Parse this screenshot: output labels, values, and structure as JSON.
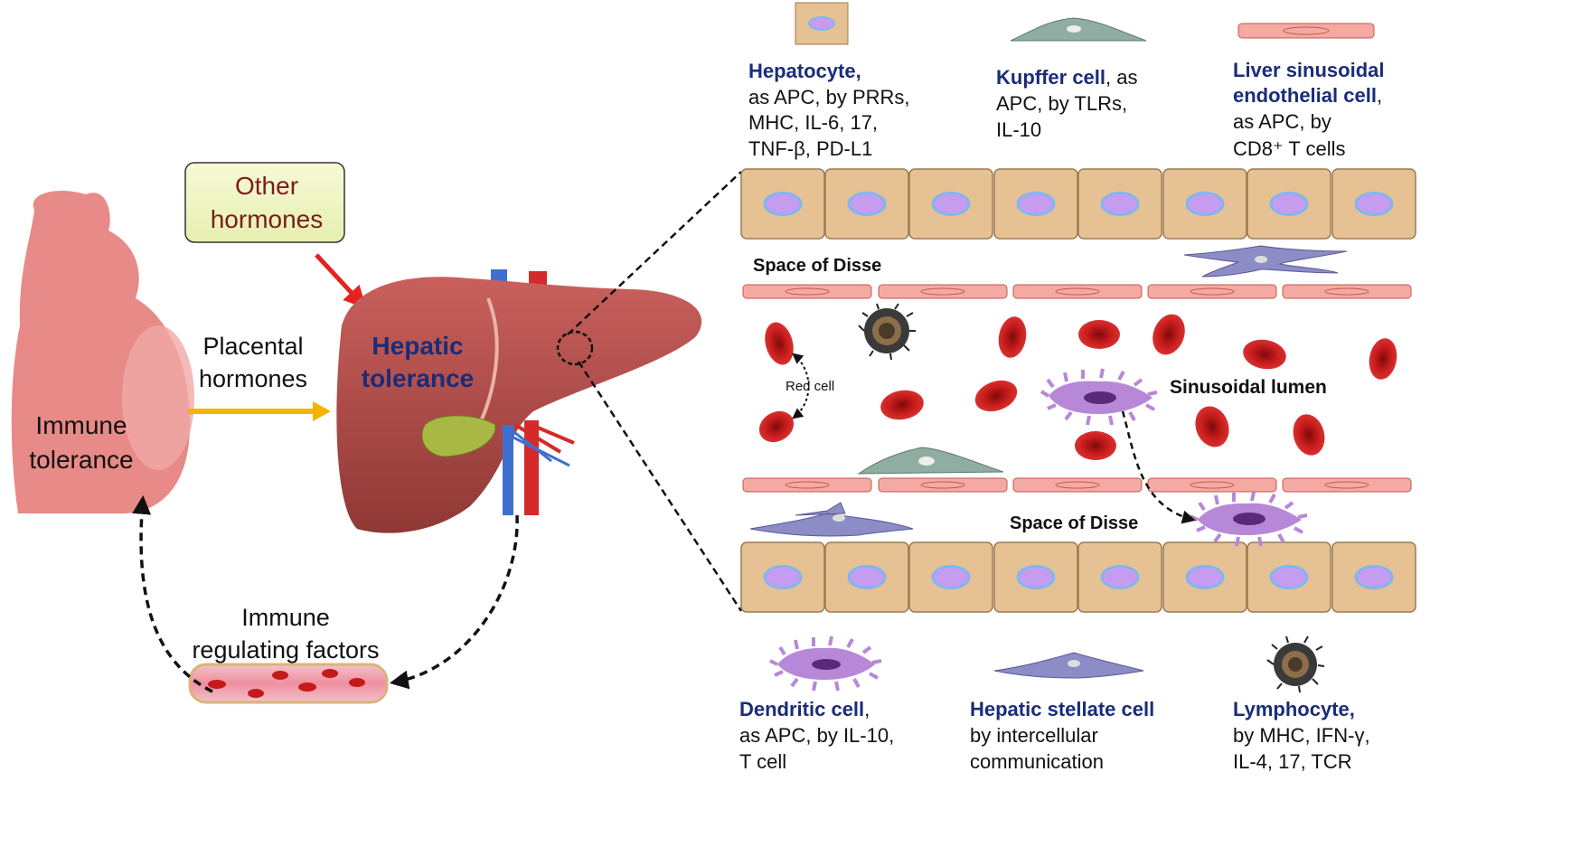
{
  "left": {
    "immune_tolerance": [
      "Immune",
      "tolerance"
    ],
    "other_hormones": [
      "Other",
      "hormones"
    ],
    "placental_hormones": [
      "Placental",
      "hormones"
    ],
    "hepatic_tolerance": [
      "Hepatic",
      "tolerance"
    ],
    "immune_regulating": [
      "Immune",
      "regulating  factors"
    ]
  },
  "top_cells": {
    "hepatocyte": {
      "name": "Hepatocyte,",
      "lines": [
        "as APC, by PRRs,",
        "MHC, IL-6, 17,",
        "TNF-β, PD-L1"
      ]
    },
    "kupffer": {
      "name": "Kupffer cell",
      "suffix": ", as",
      "lines": [
        "APC, by TLRs,",
        "IL-10"
      ]
    },
    "lsec": {
      "name_lines": [
        "Liver sinusoidal",
        "endothelial cell"
      ],
      "suffix": ",",
      "lines": [
        "as APC, by",
        "CD8⁺ T cells"
      ]
    }
  },
  "zoom": {
    "space_top": "Space of Disse",
    "space_bottom": "Space of Disse",
    "red_cell": "Red cell",
    "lumen": "Sinusoidal lumen"
  },
  "bottom_cells": {
    "dendritic": {
      "name": "Dendritic cell",
      "suffix": ",",
      "lines": [
        "as APC, by IL-10,",
        "T cell"
      ]
    },
    "stellate": {
      "name": "Hepatic stellate cell",
      "lines": [
        "by intercellular",
        "communication"
      ]
    },
    "lymphocyte": {
      "name": "Lymphocyte,",
      "lines": [
        "by MHC, IFN-γ,",
        "IL-4, 17, TCR"
      ]
    }
  },
  "colors": {
    "body": "#e88a87",
    "liver": "#b8504d",
    "hepatocyte": "#e6c194",
    "nucleus": "#c69cf0",
    "rbc": "#c41a1a",
    "endothelial": "#f4aaa2",
    "kupffer": "#8fada0",
    "stellate": "#8c8cc6",
    "dendritic": "#b788d8",
    "lymphocyte": "#3a3a3a",
    "label_blue": "#1a2c7a"
  }
}
